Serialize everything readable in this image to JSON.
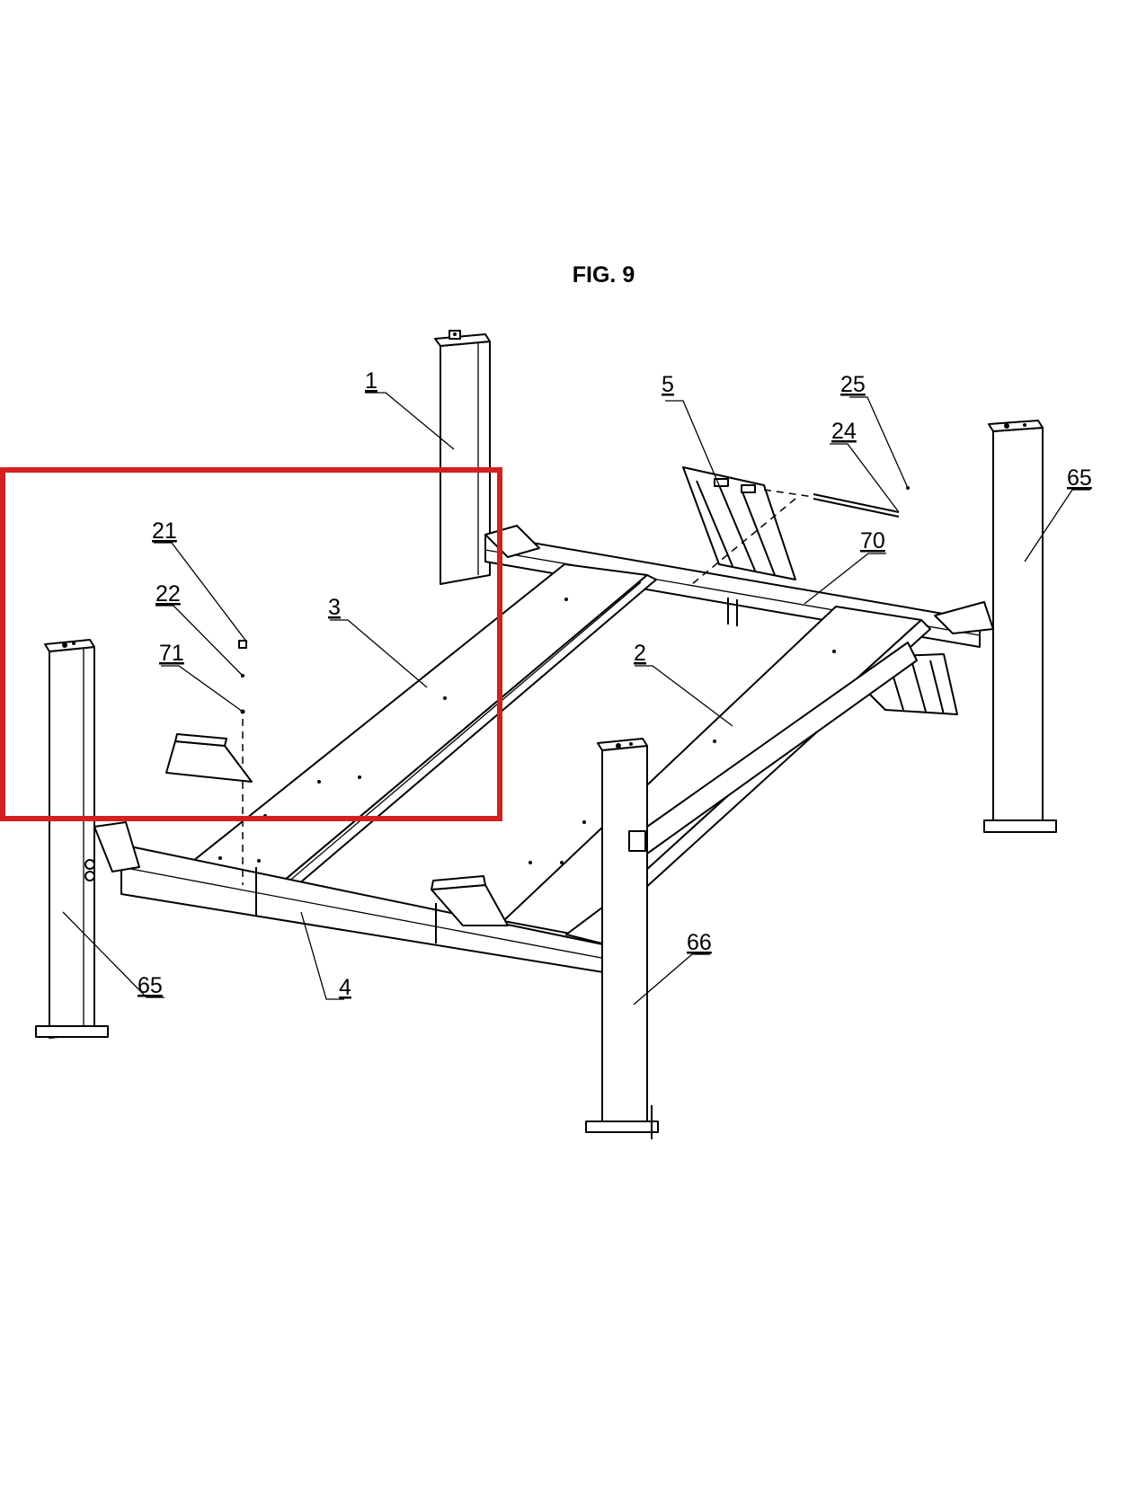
{
  "figure": {
    "title": "FIG. 9",
    "highlight_color": "#d42020",
    "line_color": "#000000"
  },
  "callouts": {
    "c1": "1",
    "c2": "2",
    "c3": "3",
    "c4": "4",
    "c5": "5",
    "c21": "21",
    "c22": "22",
    "c24": "24",
    "c25": "25",
    "c65_left": "65",
    "c65_right": "65",
    "c66": "66",
    "c70": "70",
    "c71": "71"
  }
}
